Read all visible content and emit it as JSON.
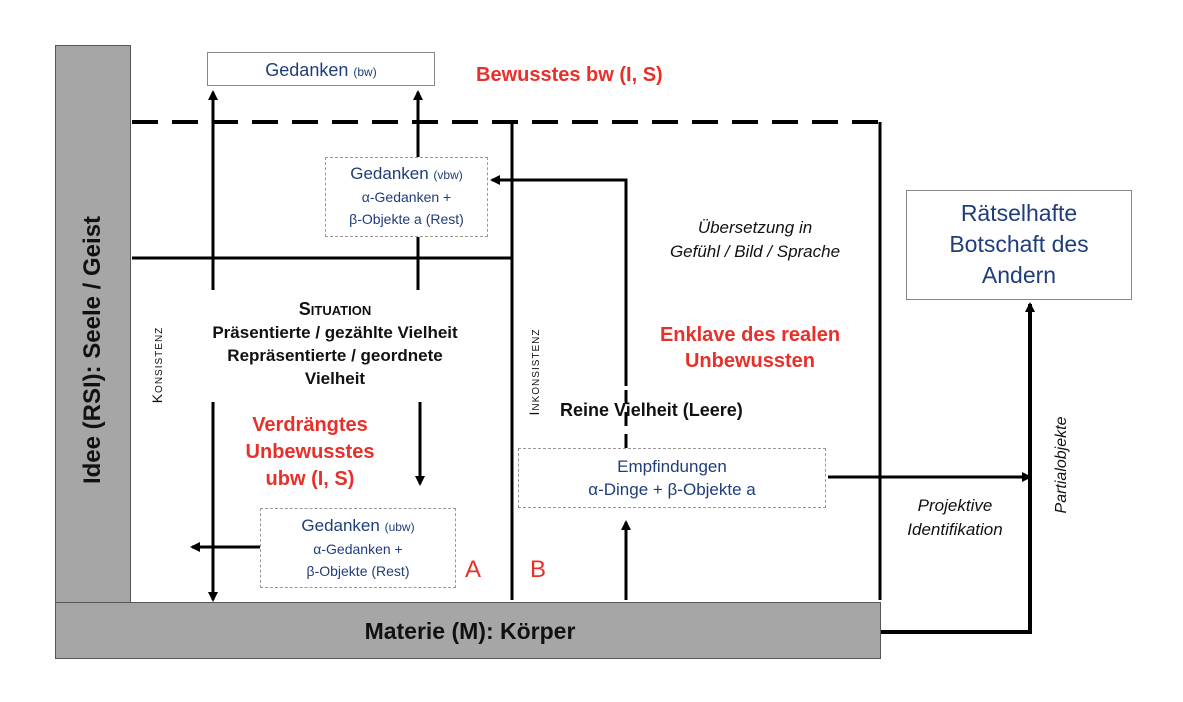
{
  "left_bar_label": "Idee (RSI): Seele / Geist",
  "bottom_bar_label": "Materie (M): Körper",
  "box_top": {
    "title": "Gedanken",
    "suffix": "(bw)"
  },
  "bewusstes_label": "Bewusstes bw (I, S)",
  "box_vbw": {
    "title": "Gedanken",
    "suffix": "(vbw)",
    "line2": "α-Gedanken +",
    "line3": "β-Objekte a  (Rest)"
  },
  "uebersetzung": {
    "line1": "Übersetzung in",
    "line2": "Gefühl / Bild / Sprache"
  },
  "box_raetsel": {
    "line1": "Rätselhafte",
    "line2": "Botschaft des",
    "line3": "Andern"
  },
  "konsistenz": "Konsistenz",
  "inkonsistenz": "Inkonsistenz",
  "situation": {
    "title": "Situation",
    "line1": "Präsentierte / gezählte Vielheit",
    "line2": "Repräsentierte / geordnete",
    "line3": "Vielheit"
  },
  "enklave": {
    "line1": "Enklave des realen",
    "line2": "Unbewussten"
  },
  "verdraengtes": {
    "line1": "Verdrängtes",
    "line2": "Unbewusstes",
    "line3": "ubw (I, S)"
  },
  "reine_vielheit": "Reine Vielheit (Leere)",
  "box_empf": {
    "line1": "Empfindungen",
    "line2": "α-Dinge + β-Objekte a"
  },
  "box_ubw": {
    "title": "Gedanken",
    "suffix": "(ubw)",
    "line2": "α-Gedanken +",
    "line3": "β-Objekte (Rest)"
  },
  "label_a": "A",
  "label_b": "B",
  "projektive": {
    "line1": "Projektive",
    "line2": "Identifikation"
  },
  "partialobjekte": "Partialobjekte"
}
